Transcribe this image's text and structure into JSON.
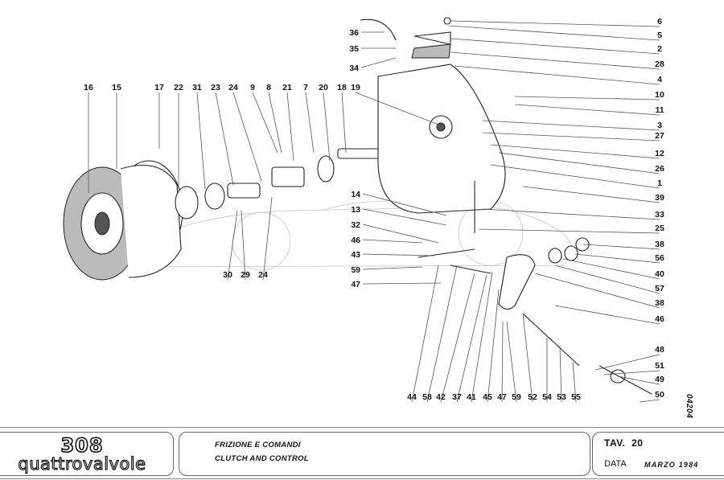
{
  "sheet": {
    "logo_model": "308",
    "logo_variant": "quattrovalvole",
    "title_it": "FRIZIONE E COMANDI",
    "title_en": "CLUTCH AND CONTROL",
    "tav_label": "TAV.",
    "tav_number": "20",
    "data_label": "DATA",
    "data_value": "MARZO 1984",
    "drawing_number": "04204"
  },
  "callouts": {
    "top_row": [
      "16",
      "15",
      "17",
      "22",
      "31",
      "23",
      "24",
      "9",
      "8",
      "21",
      "7",
      "20",
      "18",
      "19"
    ],
    "upper_left": [
      "36",
      "35",
      "34"
    ],
    "right_column": [
      "6",
      "5",
      "2",
      "28",
      "4",
      "10",
      "11",
      "3",
      "27",
      "12",
      "26",
      "1",
      "39",
      "33",
      "25",
      "38",
      "56",
      "40",
      "57",
      "38",
      "46"
    ],
    "left_mid": [
      "14",
      "13",
      "32",
      "46",
      "43",
      "59",
      "47"
    ],
    "lower_left": [
      "30",
      "29",
      "24"
    ],
    "bottom_row": [
      "44",
      "58",
      "42",
      "37",
      "41",
      "45",
      "47",
      "59",
      "52",
      "54",
      "53",
      "55"
    ],
    "lower_right": [
      "48",
      "51",
      "49",
      "50"
    ]
  }
}
